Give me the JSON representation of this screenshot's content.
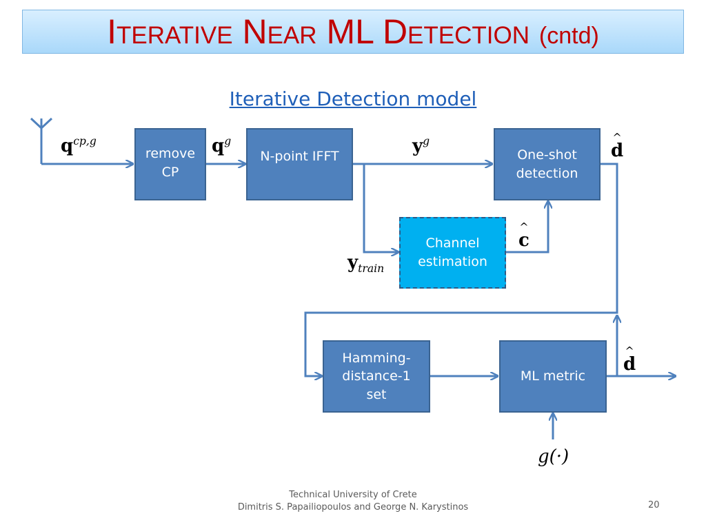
{
  "slide": {
    "title_main": "Iterative Near ML Detection",
    "title_suffix": "(cntd)",
    "subtitle": "Iterative Detection model",
    "footer_line1": "Technical University of Crete",
    "footer_line2": "Dimitris S. Papailiopoulos  and George N. Karystinos",
    "page_number": "20"
  },
  "diagram": {
    "blocks": {
      "remove_cp": "remove CP",
      "ifft": "N-point IFFT",
      "one_shot": "One-shot detection",
      "channel_est": "Channel estimation",
      "hamming": "Hamming-distance-1 set",
      "ml_metric": "ML metric"
    },
    "labels": {
      "q_cp_base": "q",
      "q_cp_sup": "cp,g",
      "q_g_base": "q",
      "q_g_sup": "g",
      "y_g_base": "y",
      "y_g_sup": "g",
      "d_hat_1": "d",
      "c_hat": "c",
      "y_train_base": "y",
      "y_train_sub": "train",
      "d_hat_2": "d",
      "g_func": "g(·)"
    },
    "colors": {
      "block_fill": "#4f81bd",
      "channel_fill": "#00b0f0",
      "wire": "#4f81bd",
      "title": "#c00000",
      "subtitle": "#1f5fb8"
    }
  }
}
